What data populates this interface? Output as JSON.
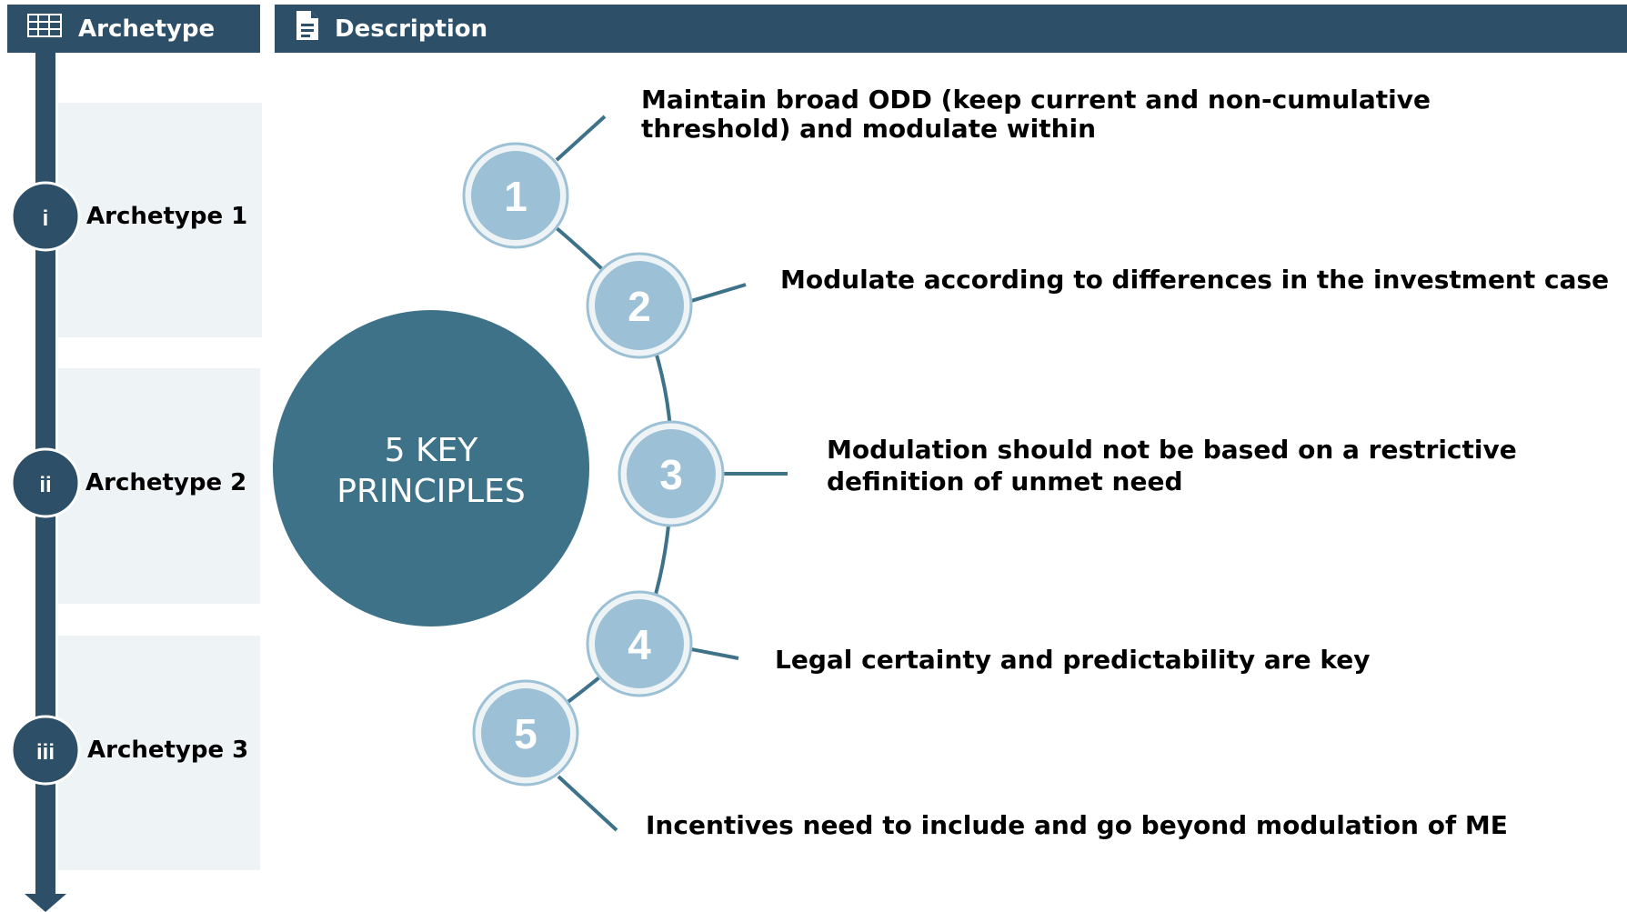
{
  "header": {
    "archetype_label": "Archetype",
    "description_label": "Description",
    "archetype_icon": "table-icon",
    "description_icon": "document-icon"
  },
  "archetypes": [
    {
      "numeral": "i",
      "label": "Archetype 1"
    },
    {
      "numeral": "ii",
      "label": "Archetype 2"
    },
    {
      "numeral": "iii",
      "label": "Archetype 3"
    }
  ],
  "center": {
    "line1": "5 KEY",
    "line2": "PRINCIPLES"
  },
  "principles": [
    {
      "number": "1",
      "text": "Maintain broad ODD (keep current and non-cumulative threshold) and modulate within"
    },
    {
      "number": "2",
      "text": "Modulate according to differences in the investment case"
    },
    {
      "number": "3",
      "text": "Modulation should not be based on a restrictive definition of unmet need"
    },
    {
      "number": "4",
      "text": "Legal certainty and predictability are key"
    },
    {
      "number": "5",
      "text": "Incentives need to include and go beyond modulation of ME"
    }
  ],
  "colors": {
    "header": "#2d4f67",
    "timeline": "#2d4f67",
    "center_circle": "#3e7289",
    "number_circle": "#9cc0d6",
    "connector": "#3e7289",
    "panel": "#eef4f6"
  }
}
